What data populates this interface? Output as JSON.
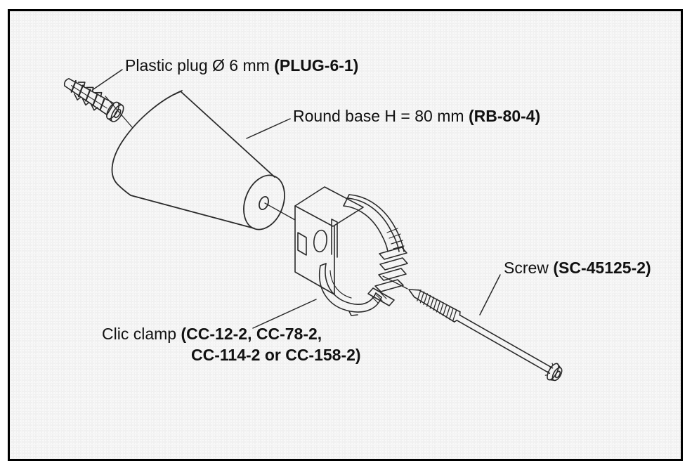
{
  "figure": {
    "kind": "exploded assembly diagram",
    "colors": {
      "page": "#ffffff",
      "panel_background": "#f0f0f0",
      "border": "#000000",
      "line": "#2a2a2a",
      "text": "#111111"
    },
    "labels": {
      "plastic_plug": {
        "name": "Plastic plug Ø 6 mm",
        "code": "(PLUG-6-1)"
      },
      "round_base": {
        "name": "Round base H = 80 mm",
        "code": "(RB-80-4)"
      },
      "screw": {
        "name": "Screw",
        "code": "(SC-45125-2)"
      },
      "clic_clamp": {
        "name": "Clic clamp",
        "code_line1": "(CC-12-2, CC-78-2,",
        "code_line2": "CC-114-2 or CC-158-2)"
      }
    }
  }
}
